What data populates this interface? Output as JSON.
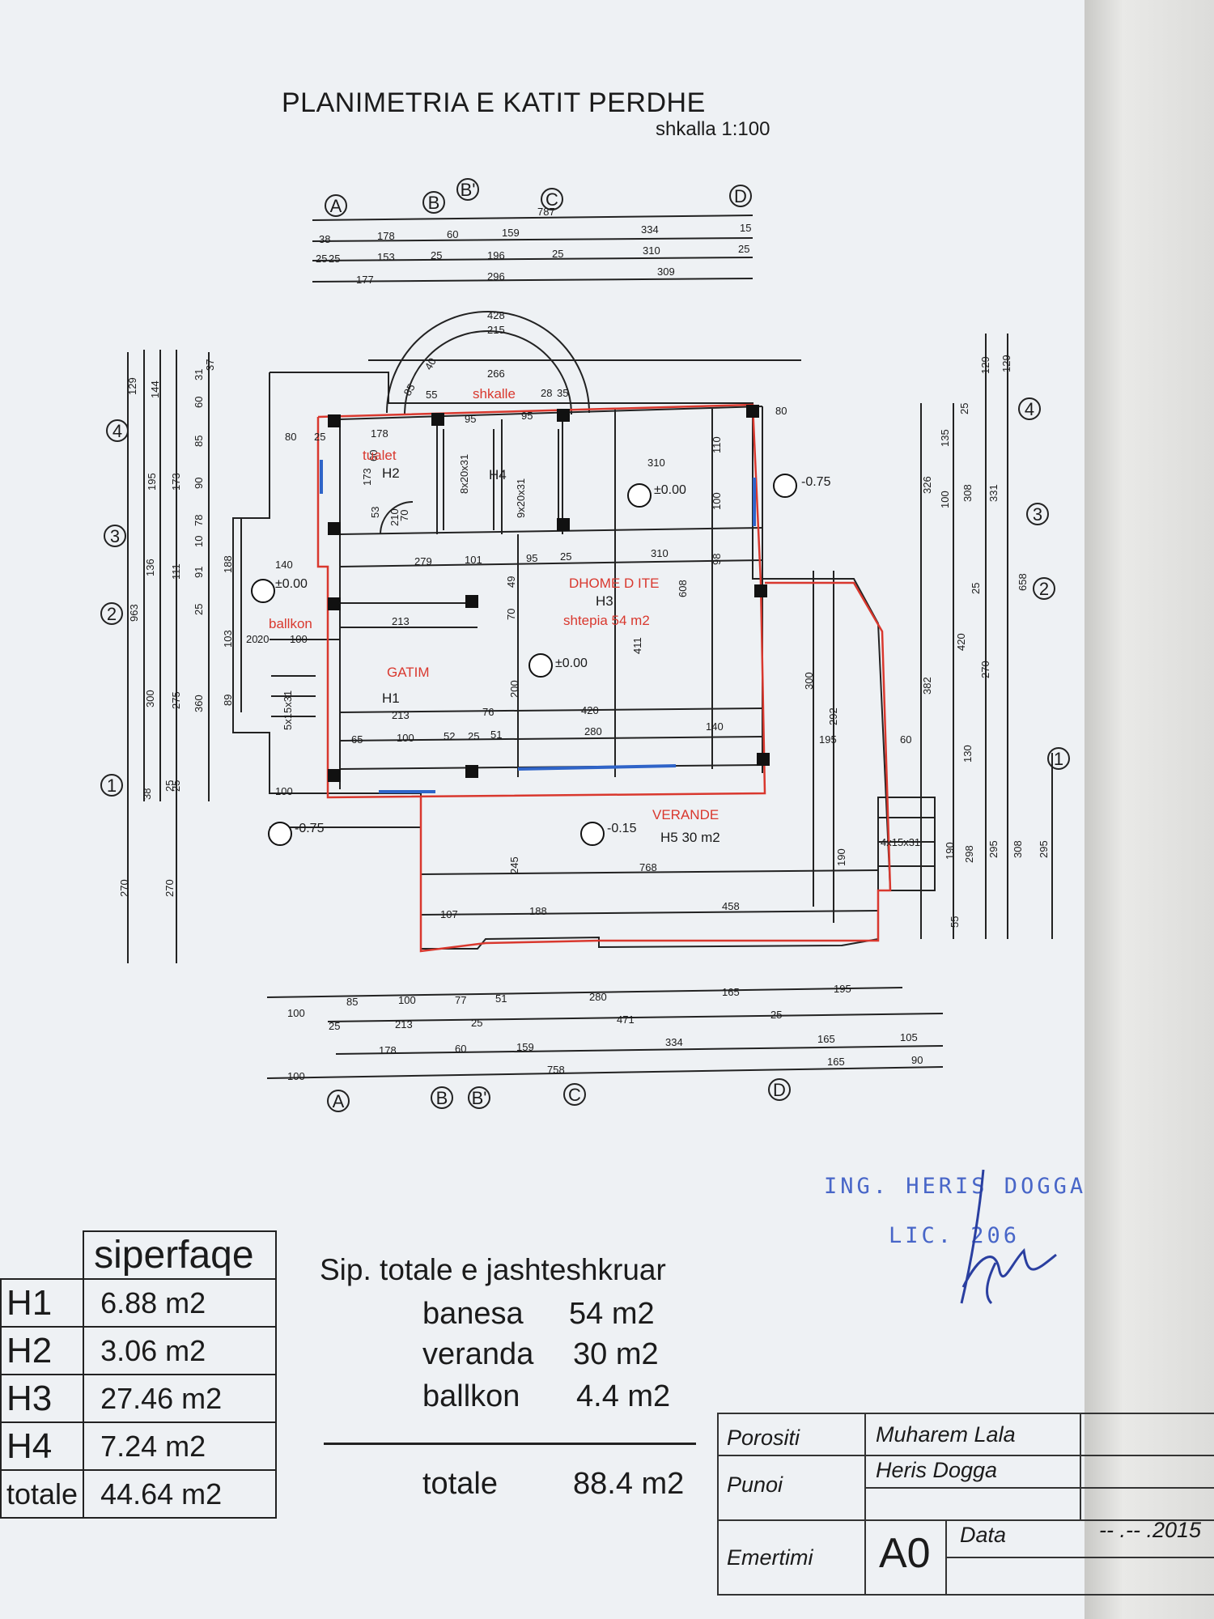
{
  "drawing": {
    "title": "PLANIMETRIA E KATIT PERDHE",
    "scale": "shkalla 1:100",
    "grid_axes_columns": [
      "A",
      "B",
      "B'",
      "C",
      "D"
    ],
    "grid_axes_rows": [
      "4",
      "3",
      "2",
      "1"
    ],
    "rooms": [
      {
        "name": "tualet",
        "code": "H2"
      },
      {
        "name": "shkalle",
        "code": "H4"
      },
      {
        "name": "DHOME D ITE",
        "code": "H3",
        "note": "shtepia  54 m2"
      },
      {
        "name": "ballkon",
        "code": ""
      },
      {
        "name": "GATIM",
        "code": "H1"
      },
      {
        "name": "VERANDE",
        "code": "H5  30 m2"
      }
    ],
    "levels": [
      "±0.00",
      "±0.00",
      "±0.00",
      "-0.75",
      "-0.75",
      "-0.15"
    ],
    "top_dimensions": {
      "total": "787",
      "row1": [
        "38",
        "178",
        "60",
        "159",
        "334",
        "15"
      ],
      "row2": [
        "25",
        "25",
        "153",
        "25",
        "196",
        "25",
        "310",
        "25"
      ],
      "row3": [
        "177",
        "296",
        "309"
      ]
    },
    "bottom_dimensions": {
      "row1": [
        "100",
        "85",
        "100",
        "77",
        "51",
        "280",
        "165",
        "195"
      ],
      "row2": [
        "25",
        "213",
        "25",
        "471",
        "25"
      ],
      "row3": [
        "178",
        "60",
        "159",
        "334",
        "165",
        "105"
      ],
      "row4": [
        "100",
        "758",
        "165",
        "90"
      ]
    },
    "left_dimensions": {
      "col1": [
        "963",
        "270"
      ],
      "col2": [
        "129",
        "195",
        "136",
        "300",
        "38"
      ],
      "col3": [
        "144",
        "173",
        "111",
        "275",
        "25",
        "25",
        "270"
      ],
      "col4": [
        "37",
        "31",
        "60",
        "85",
        "90",
        "78",
        "10",
        "91",
        "25",
        "360"
      ],
      "col5": [
        "188",
        "103",
        "89"
      ]
    },
    "right_dimensions": {
      "col1": [
        "326",
        "382"
      ],
      "col2": [
        "135",
        "100",
        "420",
        "190"
      ],
      "col3": [
        "129",
        "25",
        "308",
        "25",
        "270",
        "130",
        "298",
        "55"
      ],
      "col4": [
        "129",
        "331",
        "658",
        "295"
      ],
      "col5": [
        "308",
        "295"
      ]
    },
    "interior_labels": [
      "80",
      "25",
      "178",
      "80",
      "55",
      "95",
      "95",
      "310",
      "310",
      "140",
      "279",
      "101",
      "95",
      "25",
      "213",
      "100",
      "20",
      "20",
      "213",
      "76",
      "420",
      "65",
      "100",
      "52",
      "25",
      "51",
      "280",
      "140",
      "195",
      "60",
      "768",
      "458",
      "107",
      "188",
      "100",
      "245",
      "411",
      "200",
      "608",
      "300",
      "292",
      "190",
      "428",
      "215",
      "266",
      "28",
      "35",
      "40",
      "85",
      "173",
      "53",
      "60",
      "110",
      "100",
      "98",
      "49",
      "70",
      "5x15x31",
      "4x15x31",
      "8x20x31",
      "9x20x31",
      "210",
      "70"
    ]
  },
  "area_table": {
    "header": "siperfaqe",
    "rows": [
      {
        "key": "H1",
        "value": "6.88 m2"
      },
      {
        "key": "H2",
        "value": "3.06  m2"
      },
      {
        "key": "H3",
        "value": "27.46 m2"
      },
      {
        "key": "H4",
        "value": "7.24 m2"
      },
      {
        "key": "totale",
        "value": "44.64 m2"
      }
    ]
  },
  "summary": {
    "heading": "Sip. totale  e jashteshkruar",
    "items": [
      {
        "label": "banesa",
        "value": "54 m2"
      },
      {
        "label": "veranda",
        "value": "30 m2"
      },
      {
        "label": "ballkon",
        "value": "4.4 m2"
      }
    ],
    "total_label": "totale",
    "total_value": "88.4 m2"
  },
  "title_block": {
    "porositi_label": "Porositi",
    "porositi_value": "Muharem Lala",
    "punoi_label": "Punoi",
    "punoi_value": "Heris Dogga",
    "emertimi_label": "Emertimi",
    "sheet_code": "A0",
    "data_label": "Data",
    "data_value": "-- .-- .2015"
  },
  "stamp": {
    "line1": "ING. HERIS DOGGA",
    "line2": "LIC.        206"
  },
  "colors": {
    "ink": "#1b1b1b",
    "outline_red": "#d9382e",
    "window_blue": "#2f64c8",
    "stamp_blue": "#4866c8"
  }
}
